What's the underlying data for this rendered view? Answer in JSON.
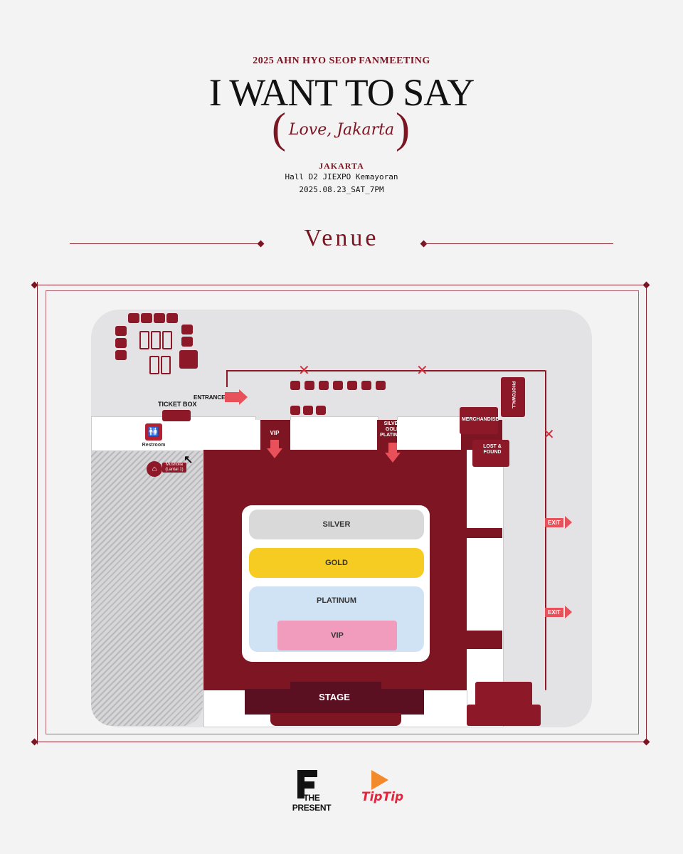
{
  "header": {
    "subtitle": "2025 AHN HYO SEOP FANMEETING",
    "title": "I WANT TO SAY",
    "tagline": "Love, Jakarta",
    "city": "JAKARTA",
    "hall": "Hall D2 JIEXPO Kemayoran",
    "date": "2025.08.23_SAT_7PM"
  },
  "section_title": "Venue",
  "map": {
    "entrance": "ENTRANCE",
    "ticket_box": "TICKET BOX",
    "restroom": "Restroom",
    "vip_gate": "VIP",
    "silver_gold_gate": "SILVER\nGOLD\nPLATINUM",
    "merchandise": "MERCHANDISE",
    "lost_found": "LOST &\nFOUND",
    "photowall": "PHOTOWALL",
    "exit": "EXIT",
    "zones": {
      "silver": "SILVER",
      "gold": "GOLD",
      "platinum": "PLATINUM",
      "vip": "VIP"
    },
    "stage": "STAGE",
    "musholla": "Musholla\n(Lantai 1)"
  },
  "colors": {
    "maroon": "#7e1522",
    "dark_maroon": "#5a1020",
    "silver": "#d9d9d9",
    "gold": "#f7cc22",
    "platinum": "#cfe3f5",
    "vip": "#f19bbd",
    "accent_red": "#e34a55"
  },
  "footer": {
    "present": "THE PRESENT",
    "tiptip": "TipTip"
  }
}
